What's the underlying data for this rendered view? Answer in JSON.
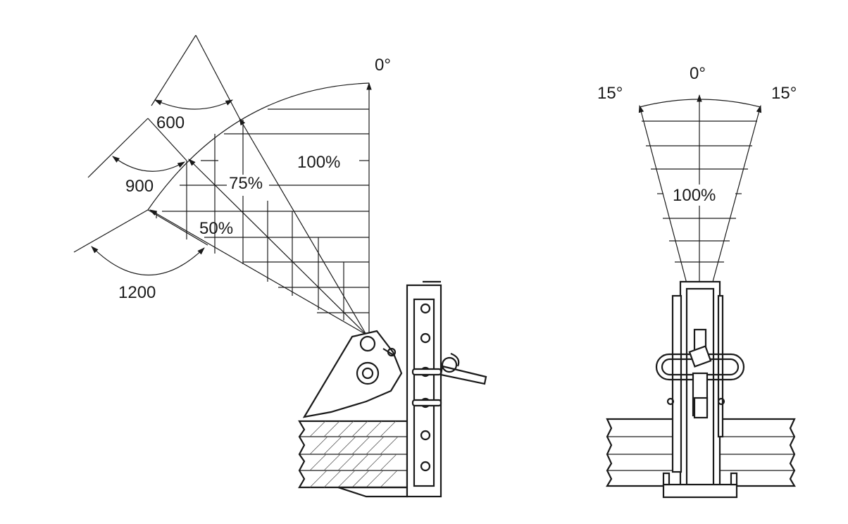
{
  "side_view": {
    "angle_top": "0°",
    "angle_labels": [
      "600",
      "900",
      "1200"
    ],
    "load_labels": [
      "100%",
      "75%",
      "50%"
    ]
  },
  "front_view": {
    "angle_center": "0°",
    "angle_left": "15°",
    "angle_right": "15°",
    "load_label": "100%"
  },
  "colors": {
    "line": "#1a1a1a",
    "background": "#ffffff"
  }
}
